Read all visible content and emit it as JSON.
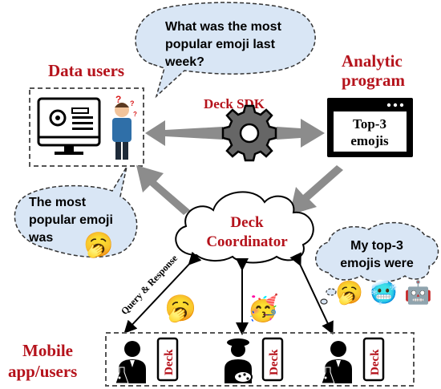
{
  "diagram": {
    "speech_bubble_question": {
      "line1": "What was the most",
      "line2": "popular emoji last",
      "line3": "week?"
    },
    "data_users_label": "Data users",
    "analytic_program": {
      "line1": "Analytic",
      "line2": "program"
    },
    "deck_sdk_label": "Deck SDK",
    "top3_box": {
      "line1": "Top-3",
      "line2": "emojis"
    },
    "answer_bubble": {
      "line1": "The most",
      "line2": "popular emoji",
      "line3": "was"
    },
    "coordinator_cloud": {
      "line1": "Deck",
      "line2": "Coordinator"
    },
    "thought_bubble": {
      "line1": "My top-3",
      "line2": "emojis were"
    },
    "query_response_label": "Query & Response",
    "mobile_users_label": {
      "line1": "Mobile",
      "line2": "app/users"
    },
    "phone_label": "Deck",
    "emojis": {
      "yawn": "🥱",
      "party": "🥳",
      "cold": "🥶",
      "robot": "🤖"
    },
    "question_marks": "?"
  },
  "colors": {
    "bubble_fill": "#d9e6f5",
    "accent_red": "#b5121b",
    "arrow_gray": "#8c8c8c"
  }
}
